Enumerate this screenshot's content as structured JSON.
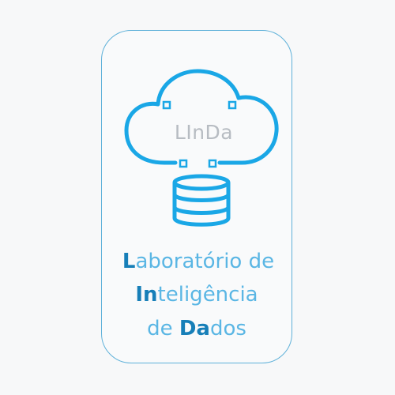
{
  "logo": {
    "acronym": "LInDa",
    "colors": {
      "primary": "#1aa7e6",
      "accent_dark": "#177fb8",
      "text_light": "#5ab6e4",
      "acronym_grey": "#b7bcc2",
      "border": "#5fb1d9"
    },
    "icons": [
      "cloud-icon",
      "database-icon"
    ]
  },
  "name": {
    "line1_initial": "L",
    "line1_rest": "aboratório de",
    "line2_initial": "In",
    "line2_rest": "teligência",
    "line3_prefix": "de ",
    "line3_initial": "Da",
    "line3_rest": "dos"
  }
}
